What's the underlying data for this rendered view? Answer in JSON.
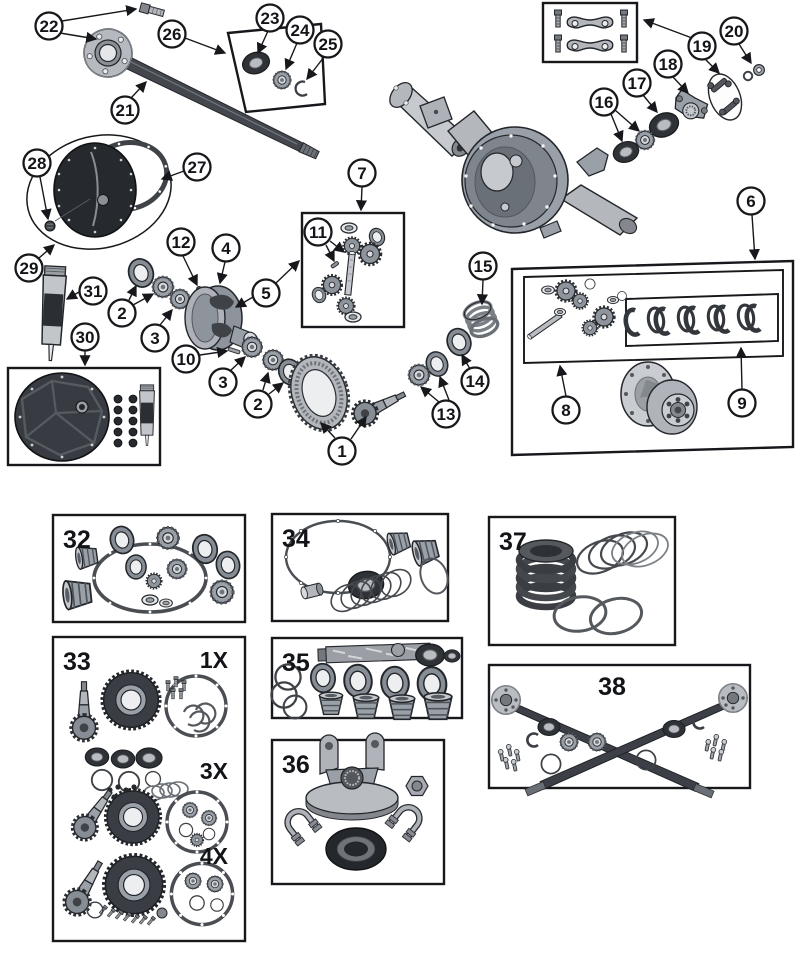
{
  "diagram": {
    "type": "exploded-parts-diagram",
    "subject": "rear axle assembly with numbered part callouts and service kit boxes",
    "callouts": {
      "n1": "1",
      "n2": "2",
      "n3": "3",
      "n4": "4",
      "n5": "5",
      "n6": "6",
      "n7": "7",
      "n8": "8",
      "n9": "9",
      "n10": "10",
      "n11": "11",
      "n12": "12",
      "n13": "13",
      "n14": "14",
      "n15": "15",
      "n16": "16",
      "n17": "17",
      "n18": "18",
      "n19": "19",
      "n20": "20",
      "n21": "21",
      "n22": "22",
      "n23": "23",
      "n24": "24",
      "n25": "25",
      "n26": "26",
      "n27": "27",
      "n28": "28",
      "n29": "29",
      "n30": "30",
      "n31": "31"
    },
    "box_labels": {
      "b32": "32",
      "b33": "33",
      "b34": "34",
      "b35": "35",
      "b36": "36",
      "b37": "37",
      "b38": "38"
    },
    "quantities": {
      "q1": "1X",
      "q3": "3X",
      "q4": "4X"
    },
    "colors": {
      "background": "#ffffff",
      "line": "#16181b",
      "part_light": "#c8cbd0",
      "part_mid": "#9aa0a8",
      "part_dark": "#4b5055",
      "part_black": "#2d3036"
    }
  }
}
